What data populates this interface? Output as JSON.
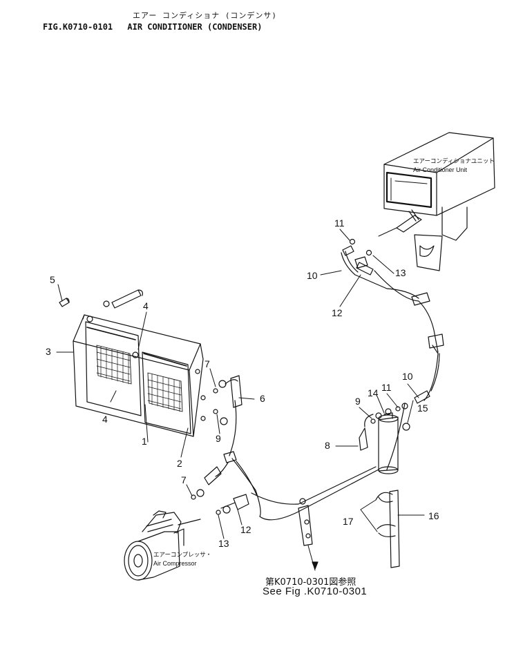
{
  "header": {
    "title_jp": "エアー コンディショナ (コンデンサ)",
    "figure_code": "FIG.K0710-0101",
    "title_en": "AIR CONDITIONER (CONDENSER)"
  },
  "components": {
    "ac_unit_jp": "エアーコンディショナユニット",
    "ac_unit_en": "Air Conditioner Unit",
    "compressor_jp": "エアーコンプレッサ・",
    "compressor_en": "Air Compressor"
  },
  "reference": {
    "jp": "第K0710-0301図参照",
    "en": "See Fig .K0710-0301"
  },
  "callouts": {
    "c1": "1",
    "c2": "2",
    "c3": "3",
    "c4a": "4",
    "c4b": "4",
    "c5": "5",
    "c6": "6",
    "c7a": "7",
    "c7b": "7",
    "c8": "8",
    "c9a": "9",
    "c9b": "9",
    "c10a": "10",
    "c10b": "10",
    "c11a": "11",
    "c11b": "11",
    "c12a": "12",
    "c12b": "12",
    "c13a": "13",
    "c13b": "13",
    "c14": "14",
    "c15": "15",
    "c16": "16",
    "c17": "17"
  }
}
